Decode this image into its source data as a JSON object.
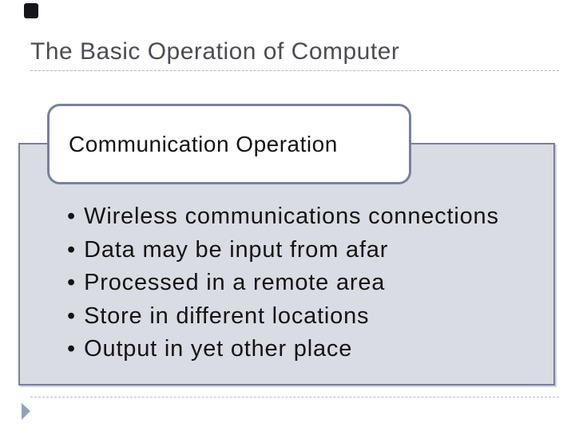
{
  "slide": {
    "title": "The Basic Operation of Computer",
    "callout": {
      "label": "Communication Operation"
    },
    "bullet_char": "•",
    "bullets": [
      "Wireless communications connections",
      "Data may be input from afar",
      "Processed in a remote area",
      "Store in different locations",
      "Output in yet other place"
    ],
    "colors": {
      "title_text": "#4c4c55",
      "body_text": "#141414",
      "content_box_fill": "#d9dce3",
      "box_border": "#76819c",
      "callout_fill": "#ffffff",
      "dashed_rule": "#b5b8bc",
      "corner_square": "#15151a",
      "footer_arrow": "#8ca3be"
    }
  }
}
